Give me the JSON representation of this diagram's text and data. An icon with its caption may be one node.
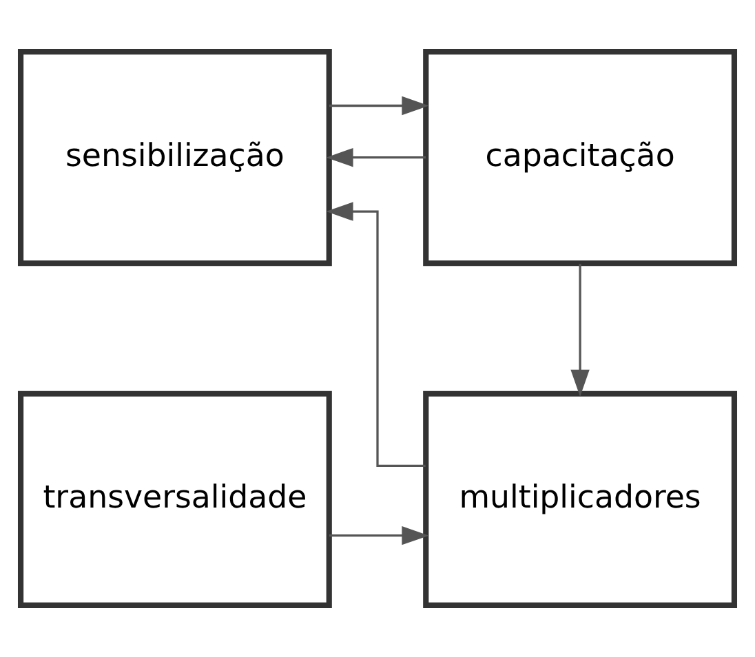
{
  "diagram": {
    "nodes": [
      {
        "text": [
          "sensibilização"
        ]
      },
      {
        "text": [
          "capacitação"
        ]
      },
      {
        "text": [
          "transversalidade"
        ]
      },
      {
        "text": [
          "multiplicadores"
        ]
      }
    ],
    "edges": [
      {
        "from": 0,
        "to": 1,
        "arrow": "to"
      },
      {
        "from": 1,
        "to": 3,
        "arrow": "to"
      },
      {
        "from": 1,
        "to": 0,
        "arrow": "to"
      },
      {
        "from": 2,
        "to": 3,
        "arrow": "to"
      },
      {
        "from": 3,
        "to": 0,
        "arrow": "to"
      }
    ]
  }
}
